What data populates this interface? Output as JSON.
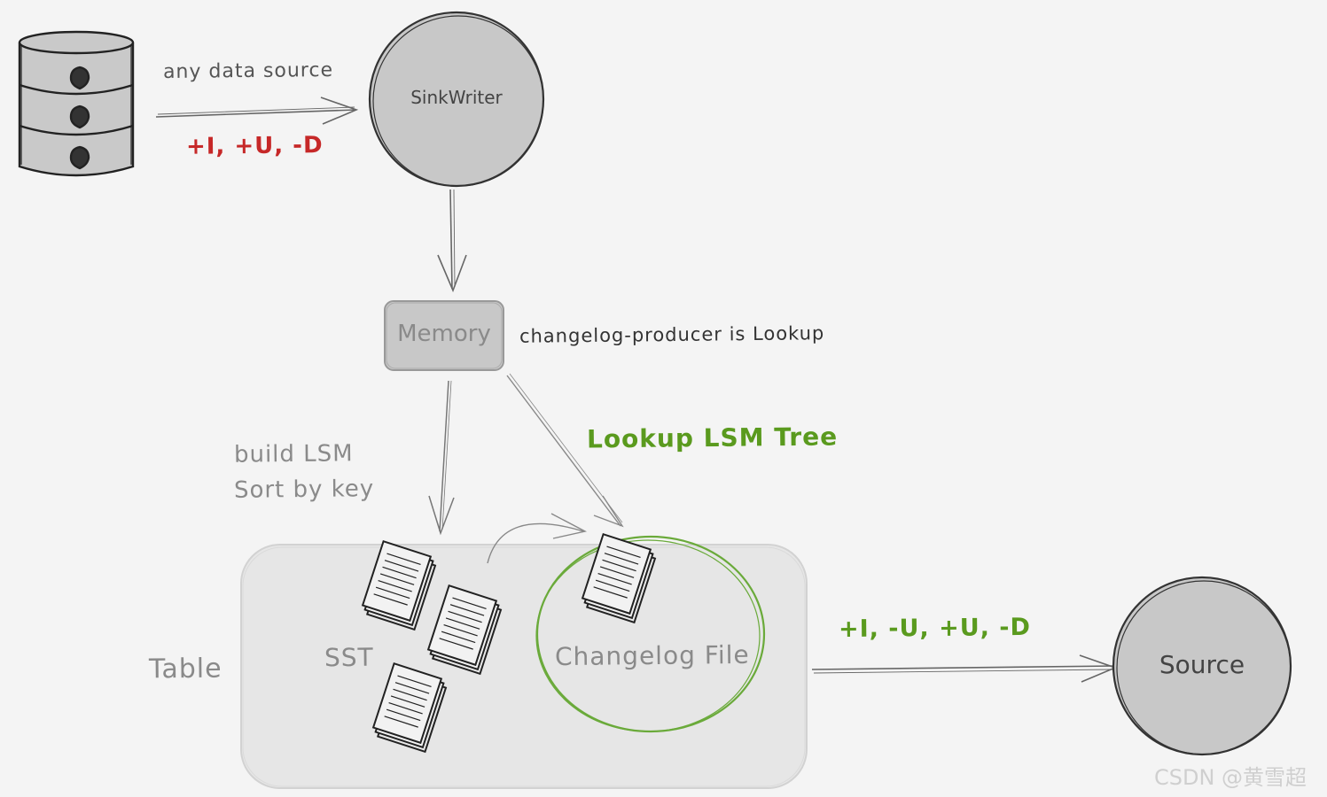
{
  "diagram": {
    "edge_labels": {
      "any_data_source": "any data source",
      "input_ops": "+I, +U, -D",
      "lookup_lsm_tree": "Lookup LSM Tree",
      "output_ops": "+I, -U, +U, -D"
    },
    "nodes": {
      "sink_writer": "SinkWriter",
      "memory": "Memory",
      "sst": "SST",
      "changelog_file": "Changelog File",
      "table": "Table",
      "source": "Source"
    },
    "notes": {
      "changelog_producer": "changelog-producer is Lookup",
      "build_lsm_line1": "build LSM",
      "build_lsm_line2": "Sort by key"
    },
    "watermark": "CSDN @黄雪超"
  },
  "colors": {
    "red_text": "#c62828",
    "green_text": "#5a9a1e",
    "green_circle": "#6aaa3a",
    "node_fill": "#c8c8c8",
    "table_fill": "#e6e6e6",
    "stroke": "#444444",
    "muted_text": "#8a8a8a"
  },
  "icons": [
    "database-icon",
    "document-stack-icon"
  ]
}
